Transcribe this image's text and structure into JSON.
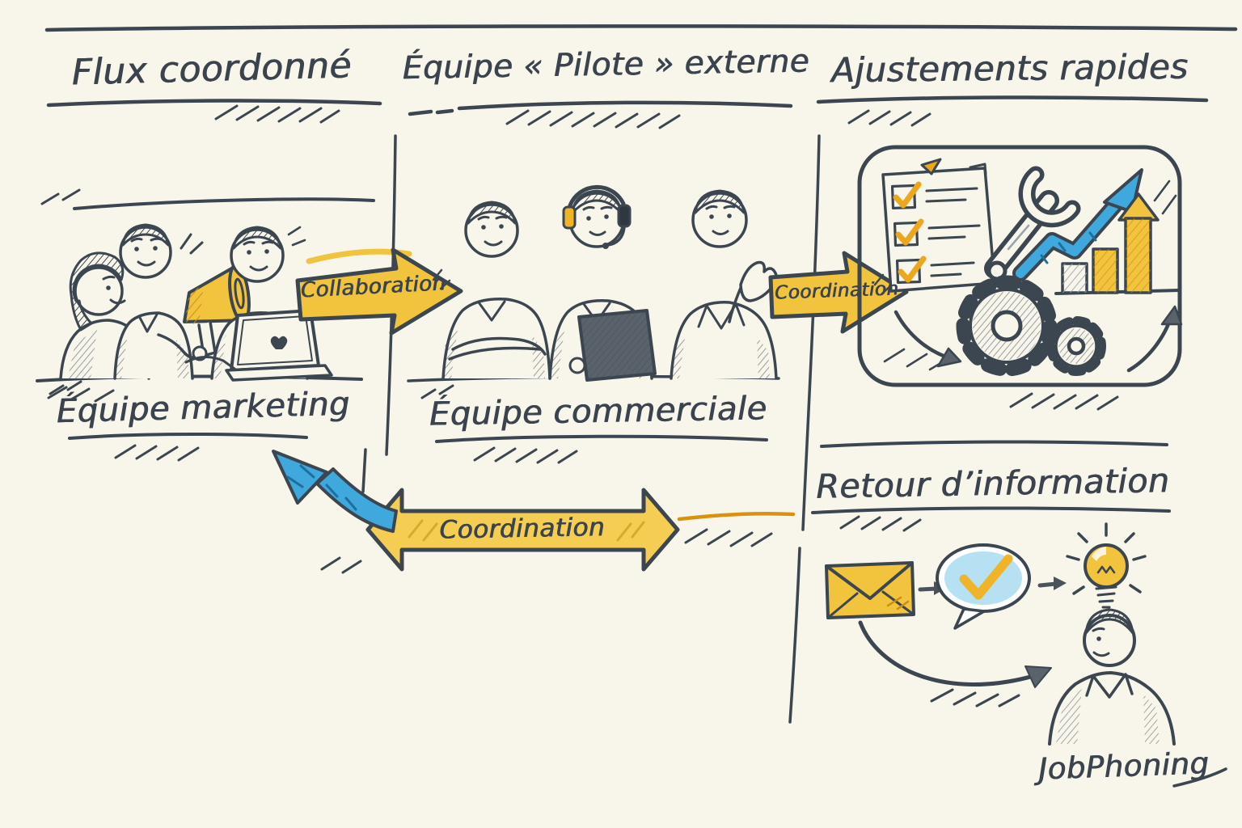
{
  "palette": {
    "background": "#f8f5eb",
    "ink": "#3c4650",
    "yellow": "#f2c33c",
    "yellow_deep": "#d9920e",
    "orange_check": "#eda71d",
    "blue": "#3fa8dc",
    "blue_light": "#a8dcf0"
  },
  "sections": {
    "flux": {
      "title": "Flux coordonné",
      "team_label": "Équipe marketing"
    },
    "pilote": {
      "title": "Équipe « Pilote » externe",
      "team_label": "Équipe commerciale"
    },
    "ajustements": {
      "title": "Ajustements rapides"
    },
    "retour": {
      "title": "Retour d’information"
    }
  },
  "arrows": {
    "collaboration": "Collaboration",
    "coordination_right": "Coordination",
    "coordination_bottom": "Coordination"
  },
  "branding": {
    "logo": "JobPhoning"
  }
}
